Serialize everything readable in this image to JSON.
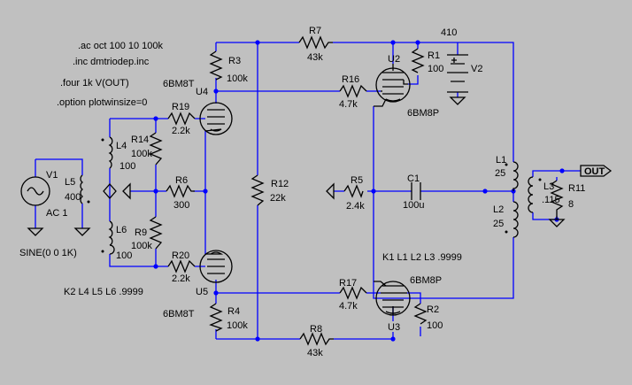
{
  "directives": {
    "ac": ".ac oct 100 10 100k",
    "inc": ".inc dmtriodep.inc",
    "four": ".four 1k V(OUT)",
    "option": ".option plotwinsize=0",
    "k_upper": "K1 L1 L2 L3 .9999",
    "k_lower": "K2 L4 L5 L6 .9999"
  },
  "supply_value": "410",
  "net_out": "OUT",
  "components": {
    "R7": {
      "ref": "R7",
      "val": "43k"
    },
    "R8": {
      "ref": "R8",
      "val": "43k"
    },
    "R3": {
      "ref": "R3",
      "val": "100k"
    },
    "R4": {
      "ref": "R4",
      "val": "100k"
    },
    "R1": {
      "ref": "R1",
      "val": "100"
    },
    "R2": {
      "ref": "R2",
      "val": "100"
    },
    "R16": {
      "ref": "R16",
      "val": "4.7k"
    },
    "R17": {
      "ref": "R17",
      "val": "4.7k"
    },
    "R19": {
      "ref": "R19",
      "val": "2.2k"
    },
    "R20": {
      "ref": "R20",
      "val": "2.2k"
    },
    "R14": {
      "ref": "R14",
      "val": "100k"
    },
    "R9": {
      "ref": "R9",
      "val": "100k"
    },
    "R6": {
      "ref": "R6",
      "val": "300"
    },
    "R12": {
      "ref": "R12",
      "val": "22k"
    },
    "R5": {
      "ref": "R5",
      "val": "2.4k"
    },
    "R11": {
      "ref": "R11",
      "val": "8"
    },
    "C1": {
      "ref": "C1",
      "val": "100u"
    },
    "L1": {
      "ref": "L1",
      "val": "25"
    },
    "L2": {
      "ref": "L2",
      "val": "25"
    },
    "L3": {
      "ref": "L3",
      "val": ".115"
    },
    "L4": {
      "ref": "L4",
      "val": "100"
    },
    "L5": {
      "ref": "L5",
      "val": "400"
    },
    "L6": {
      "ref": "L6",
      "val": "100"
    },
    "V1": {
      "ref": "V1",
      "val": "AC 1",
      "sine": "SINE(0 0 1K)"
    },
    "V2": {
      "ref": "V2"
    },
    "U2": {
      "ref": "U2",
      "model": "6BM8P"
    },
    "U3": {
      "ref": "U3",
      "model": "6BM8P"
    },
    "U4": {
      "ref": "U4",
      "model": "6BM8T"
    },
    "U5": {
      "ref": "U5",
      "model": "6BM8T"
    }
  }
}
